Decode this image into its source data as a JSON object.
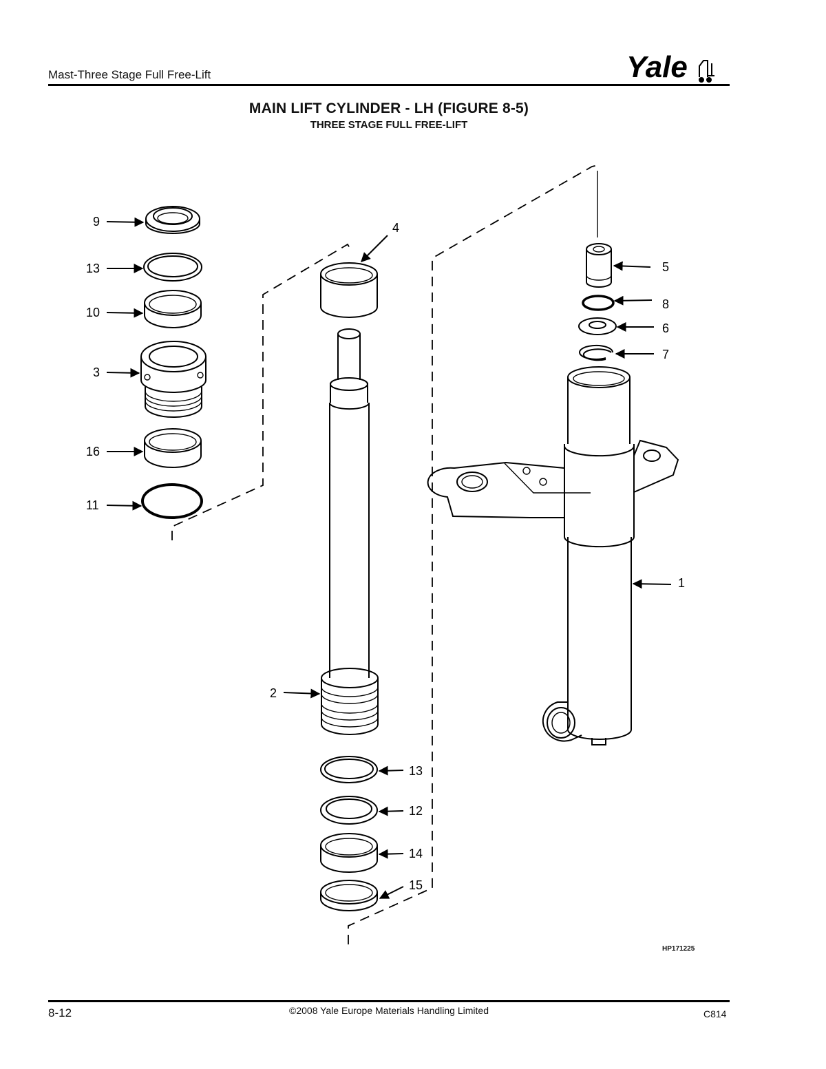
{
  "header": {
    "section_title": "Mast-Three Stage Full Free-Lift",
    "brand": "Yale"
  },
  "figure": {
    "title": "MAIN LIFT CYLINDER - LH (FIGURE 8-5)",
    "subtitle": "THREE STAGE FULL FREE-LIFT",
    "reference": "HP171225",
    "callouts": [
      "1",
      "2",
      "3",
      "4",
      "5",
      "6",
      "7",
      "8",
      "9",
      "10",
      "11",
      "12",
      "13",
      "13",
      "14",
      "15",
      "16"
    ]
  },
  "footer": {
    "page": "8-12",
    "copyright": "©2008 Yale Europe Materials Handling Limited",
    "doc_code": "C814"
  }
}
